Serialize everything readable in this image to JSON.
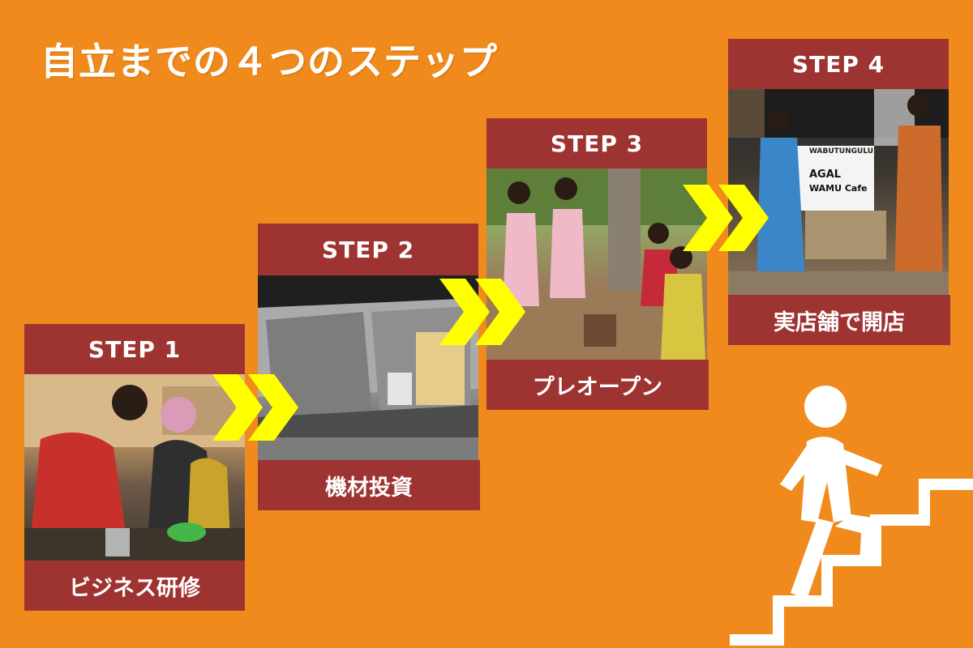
{
  "title": "自立までの４つのステップ",
  "steps": [
    {
      "heading": "STEP 1",
      "caption": "ビジネス研修"
    },
    {
      "heading": "STEP 2",
      "caption": "機材投資"
    },
    {
      "heading": "STEP 3",
      "caption": "プレオープン"
    },
    {
      "heading": "STEP 4",
      "caption": "実店舗で開店"
    }
  ],
  "photo4_sign": {
    "line1": "WABUTUNGULU",
    "line2": "AGAL",
    "line3": "WAMU Cafe"
  },
  "colors": {
    "background": "#F18A1C",
    "band": "#9E3431",
    "arrow": "#FFFF00",
    "text": "#FFFFFF"
  },
  "icons": [
    "double-chevron-icon",
    "person-climbing-stairs-icon"
  ]
}
